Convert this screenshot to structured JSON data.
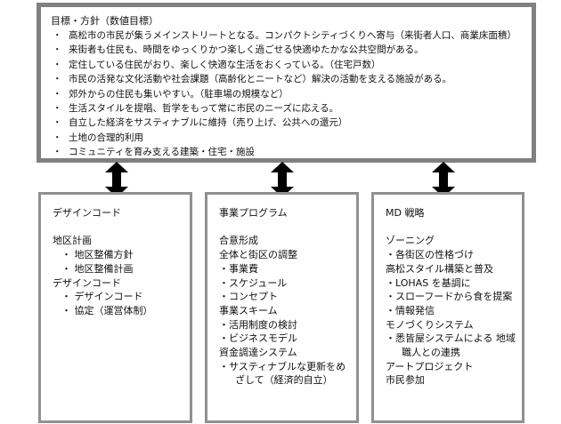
{
  "top": {
    "title": "目標・方針（数値目標）",
    "items": [
      "高松市の市民が集うメインストリートとなる。コンパクトシティづくりへ寄与（来街者人口、商業床面積）",
      "来街者も住民も、時間をゆっくりかつ楽しく過ごせる快適ゆたかな公共空間がある。",
      "定住している住民がおり、楽しく快適な生活をおくっている。（住宅戸数）",
      "市民の活発な文化活動や社会課題（高齢化とニートなど）解決の活動を支える施設がある。",
      "郊外からの住民も集いやすい。（駐車場の規模など）",
      "生活スタイルを提唱、哲学をもって常に市民のニーズに応える。",
      "自立した経済をサスティナブルに維持（売り上げ、公共への還元）",
      "土地の合理的利用",
      "コミュニティを育み支える建築・住宅・施設"
    ]
  },
  "left_box": {
    "heading": "デザインコード",
    "lines": [
      {
        "text": "地区計画",
        "level": 0
      },
      {
        "text": "・ 地区整備方針",
        "level": 1
      },
      {
        "text": "・ 地区整備計画",
        "level": 1
      },
      {
        "text": "デザインコード",
        "level": 0
      },
      {
        "text": "・ デザインコード",
        "level": 1
      },
      {
        "text": "・ 協定（運営体制）",
        "level": 1
      }
    ]
  },
  "center_box": {
    "heading": "事業プログラム",
    "lines": [
      {
        "text": "合意形成",
        "level": 0
      },
      {
        "text": "全体と街区の調整",
        "level": 0
      },
      {
        "text": "・事業費",
        "level": 0
      },
      {
        "text": "・スケジュール",
        "level": 0
      },
      {
        "text": "・コンセプト",
        "level": 0
      },
      {
        "text": "事業スキーム",
        "level": 0
      },
      {
        "text": "・活用制度の検討",
        "level": 0
      },
      {
        "text": "・ビジネスモデル",
        "level": 0
      },
      {
        "text": "資金調達システム",
        "level": 0
      },
      {
        "text": "・サスティナブルな更新をめ",
        "level": 0
      },
      {
        "text": "ざして（経済的自立）",
        "level": 2
      }
    ]
  },
  "right_box": {
    "heading": "MD 戦略",
    "lines": [
      {
        "text": "ゾーニング",
        "level": 0
      },
      {
        "text": "・各街区の性格づけ",
        "level": 0
      },
      {
        "text": "高松スタイル構築と普及",
        "level": 0
      },
      {
        "text": "・LOHAS を基調に",
        "level": 0
      },
      {
        "text": "・スローフードから食を提案",
        "level": 0
      },
      {
        "text": "・情報発信",
        "level": 0
      },
      {
        "text": "モノづくりシステム",
        "level": 0
      },
      {
        "text": "・悉皆屋システムによる 地域",
        "level": 0
      },
      {
        "text": "職人との連携",
        "level": 2
      },
      {
        "text": "アートプロジェクト",
        "level": 0
      },
      {
        "text": "市民参加",
        "level": 0
      }
    ]
  },
  "colors": {
    "border": "#808080",
    "arrow": "#000000"
  }
}
